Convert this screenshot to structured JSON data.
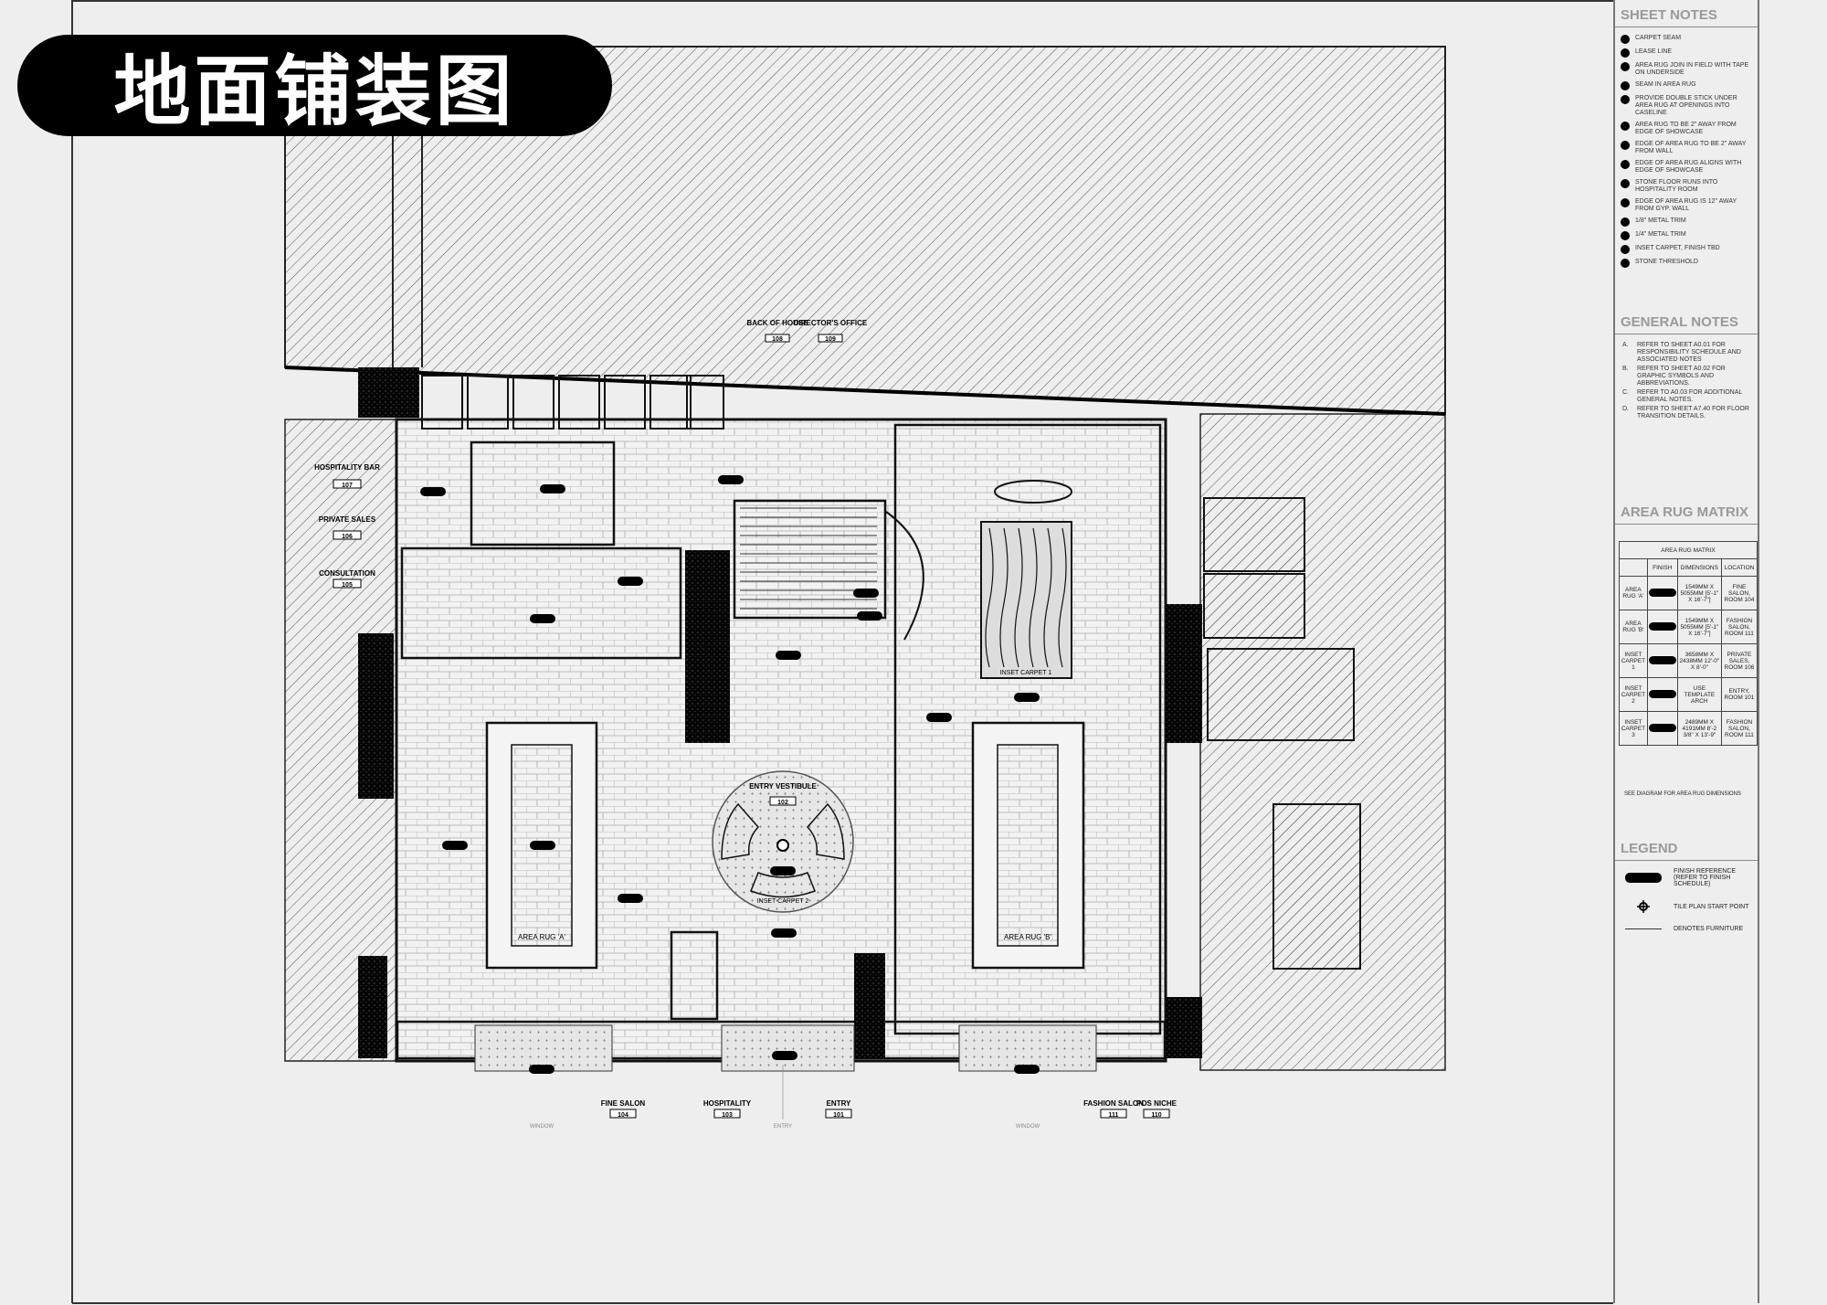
{
  "title": "地面铺装图",
  "sheet_notes": {
    "heading": "SHEET NOTES",
    "items": [
      "CARPET SEAM",
      "LEASE LINE",
      "AREA RUG JOIN IN FIELD WITH TAPE ON UNDERSIDE",
      "SEAM IN AREA RUG",
      "PROVIDE DOUBLE STICK UNDER AREA RUG AT OPENINGS INTO CASELINE",
      "AREA RUG TO BE 2\" AWAY FROM EDGE OF SHOWCASE",
      "EDGE OF AREA RUG TO BE 2\" AWAY FROM WALL",
      "EDGE OF AREA RUG ALIGNS WITH EDGE OF SHOWCASE",
      "STONE FLOOR RUNS INTO HOSPITALITY ROOM",
      "EDGE OF AREA RUG IS 12\" AWAY FROM GYP. WALL",
      "1/8\" METAL TRIM",
      "1/4\" METAL TRIM",
      "INSET CARPET, FINISH TBD",
      "STONE THRESHOLD"
    ]
  },
  "general_notes": {
    "heading": "GENERAL NOTES",
    "items": [
      {
        "key": "A.",
        "text": "REFER TO SHEET A0.01 FOR RESPONSIBILITY SCHEDULE AND ASSOCIATED NOTES"
      },
      {
        "key": "B.",
        "text": "REFER TO SHEET A0.02 FOR GRAPHIC SYMBOLS AND ABBREVIATIONS."
      },
      {
        "key": "C.",
        "text": "REFER TO A0.03 FOR ADDITIONAL GENERAL NOTES."
      },
      {
        "key": "D.",
        "text": "REFER TO SHEET A7.40 FOR FLOOR TRANSITION DETAILS."
      }
    ]
  },
  "area_rug_matrix": {
    "heading": "AREA RUG MATRIX",
    "table_title": "AREA RUG MATRIX",
    "columns": [
      "",
      "FINISH",
      "DIMENSIONS",
      "LOCATION"
    ],
    "rows": [
      {
        "name": "AREA RUG 'A'",
        "dimensions": "1549MM X 5055MM [5'-1\" X 16'-7\"]",
        "location": "FINE SALON, ROOM 104"
      },
      {
        "name": "AREA RUG 'B'",
        "dimensions": "1549MM X 5055MM [5'-1\" X 16'-7\"]",
        "location": "FASHION SALON, ROOM 111"
      },
      {
        "name": "INSET CARPET 1",
        "dimensions": "3658MM X 2438MM 12'-0\" X 8'-0\"",
        "location": "PRIVATE SALES, ROOM 106"
      },
      {
        "name": "INSET CARPET 2",
        "dimensions": "USE TEMPLATE ARCH",
        "location": "ENTRY, ROOM 101"
      },
      {
        "name": "INSET CARPET 3",
        "dimensions": "2489MM X 4191MM 8'-2 3/8\" X 13'-9\"",
        "location": "FASHION SALON, ROOM 111"
      }
    ],
    "note": "SEE DIAGRAM FOR AREA RUG DIMENSIONS"
  },
  "legend": {
    "heading": "LEGEND",
    "items": [
      {
        "icon": "finish-reference-pill",
        "text": "FINISH REFERENCE (REFER TO FINISH SCHEDULE)"
      },
      {
        "icon": "tile-start-point-icon",
        "text": "TILE PLAN START POINT"
      },
      {
        "icon": "furniture-line",
        "text": "DENOTES FURNITURE"
      }
    ]
  },
  "rooms": {
    "hospitality_bar": {
      "name": "HOSPITALITY BAR",
      "number": "107"
    },
    "private_sales": {
      "name": "PRIVATE SALES",
      "number": "106"
    },
    "consultation": {
      "name": "CONSULTATION",
      "number": "105"
    },
    "back_of_house": {
      "name": "BACK OF HOUSE",
      "number": "108"
    },
    "directors_office": {
      "name": "DIRECTOR'S OFFICE",
      "number": "109"
    },
    "entry_vestibule": {
      "name": "ENTRY VESTIBULE",
      "number": "102"
    },
    "fine_salon": {
      "name": "FINE SALON",
      "number": "104"
    },
    "hospitality": {
      "name": "HOSPITALITY",
      "number": "103"
    },
    "entry": {
      "name": "ENTRY",
      "number": "101"
    },
    "fashion_salon": {
      "name": "FASHION SALON",
      "number": "111"
    },
    "pos_niche": {
      "name": "POS NICHE",
      "number": "110"
    }
  },
  "plan_labels": {
    "rug_a": "AREA RUG 'A'",
    "rug_b": "AREA RUG 'B'",
    "inset_1": "INSET CARPET 1",
    "inset_2": "INSET CARPET 2",
    "grid_entry": "ENTRY",
    "grid_window": "WINDOW"
  },
  "colors": {
    "ink": "#111111",
    "paper": "#eeeeee",
    "heading_gray": "#999999"
  }
}
